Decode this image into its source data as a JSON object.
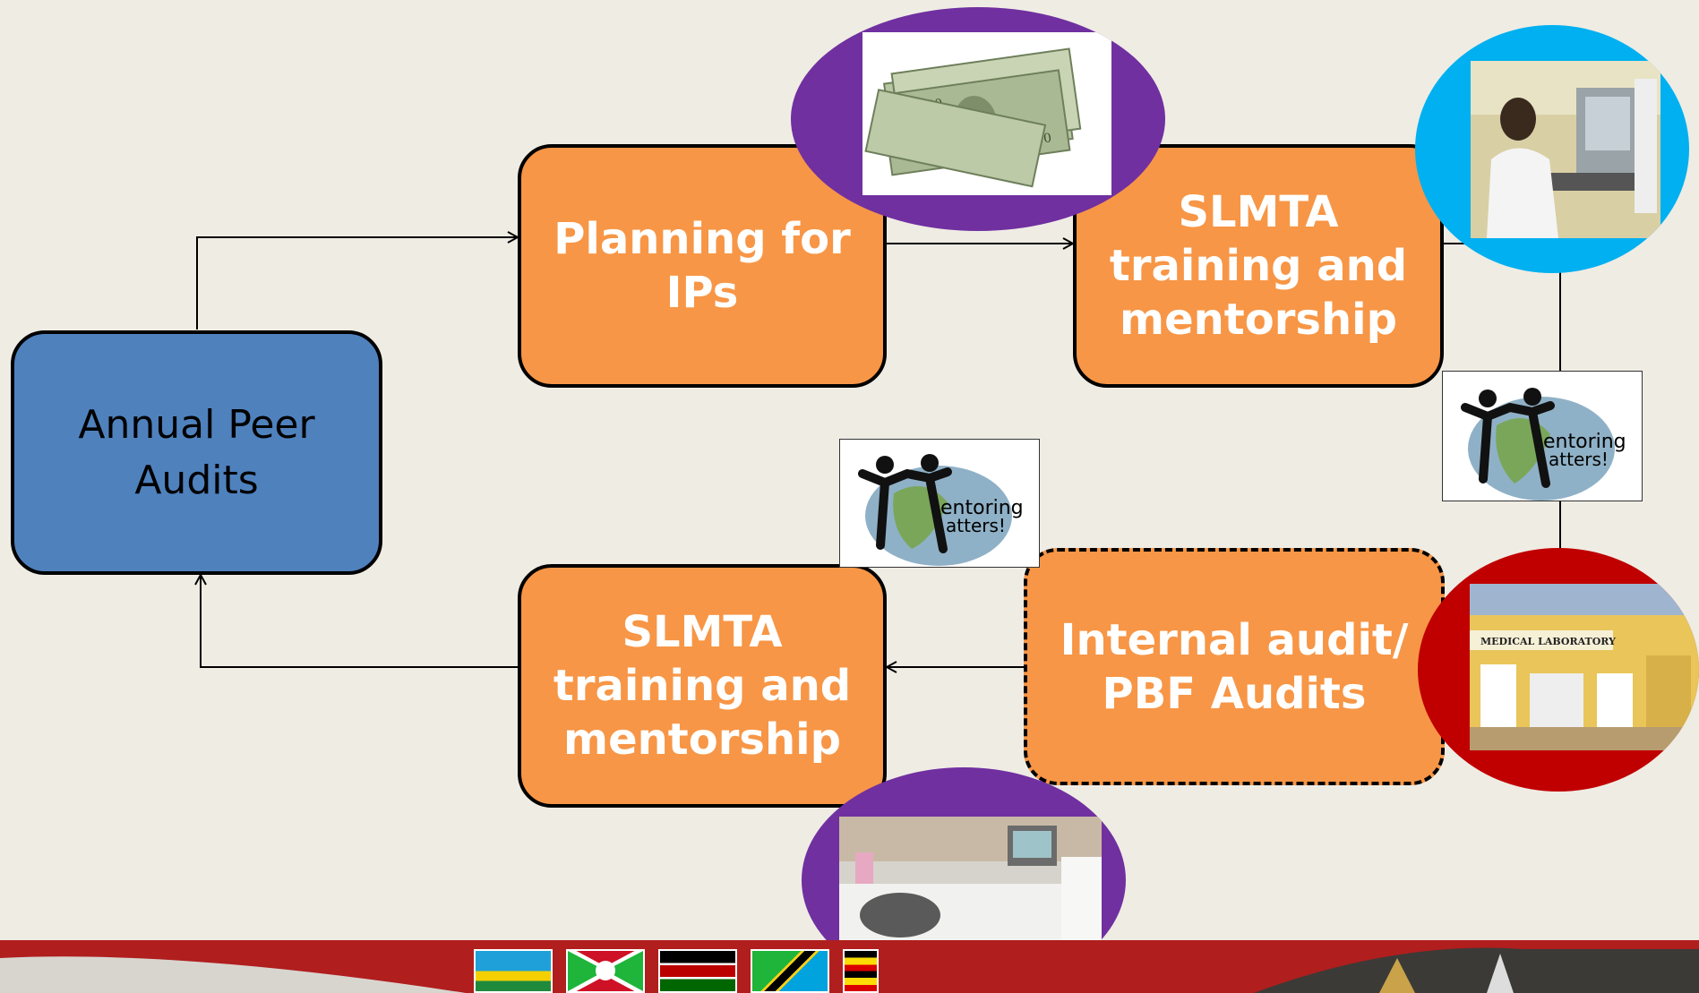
{
  "nodes": {
    "annual_peer_audits": {
      "line1": "Annual Peer",
      "line2": "Audits"
    },
    "planning_ips": {
      "line1": "Planning for",
      "line2": "IPs"
    },
    "slmta_top": {
      "line1": "SLMTA",
      "line2": "training and",
      "line3": "mentorship"
    },
    "slmta_bottom": {
      "line1": "SLMTA",
      "line2": "training and",
      "line3": "mentorship"
    },
    "internal_audit": {
      "line1": "Internal audit/",
      "line2": "PBF Audits"
    }
  },
  "images": {
    "money": "money-stack-photo",
    "technician": "lab-technician-photo",
    "mentoring_right": "mentoring-matters-logo",
    "mentoring_left": "mentoring-matters-logo",
    "lab_building": "medical-laboratory-building-photo",
    "lab_equipment": "lab-analyzer-photo",
    "logo_text": {
      "line1": "entoring",
      "line2": "atters!"
    },
    "building_sign": "MEDICAL LABORATORY"
  },
  "colors": {
    "orange": "#f79646",
    "blue": "#4f81bd",
    "purple": "#7030a0",
    "cyan": "#00b0f0",
    "red": "#c00000",
    "background": "#efece4"
  }
}
